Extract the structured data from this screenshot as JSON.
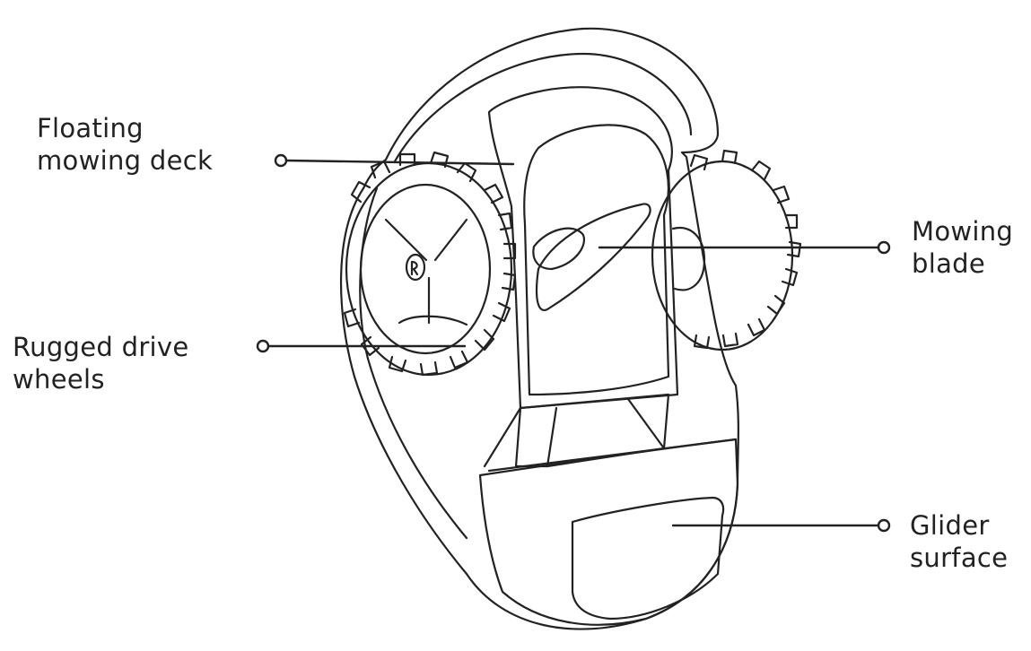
{
  "diagram": {
    "callouts": [
      {
        "id": "floating-mowing-deck",
        "lines": [
          "Floating",
          "mowing deck"
        ]
      },
      {
        "id": "mowing-blade",
        "lines": [
          "Mowing",
          "blade"
        ]
      },
      {
        "id": "rugged-drive-wheels",
        "lines": [
          "Rugged drive",
          "wheels"
        ]
      },
      {
        "id": "glider-surface",
        "lines": [
          "Glider",
          "surface"
        ]
      }
    ],
    "colors": {
      "ink": "#222222",
      "background": "#ffffff"
    },
    "illustration": "robotic lawn mower, underside view, line art"
  }
}
